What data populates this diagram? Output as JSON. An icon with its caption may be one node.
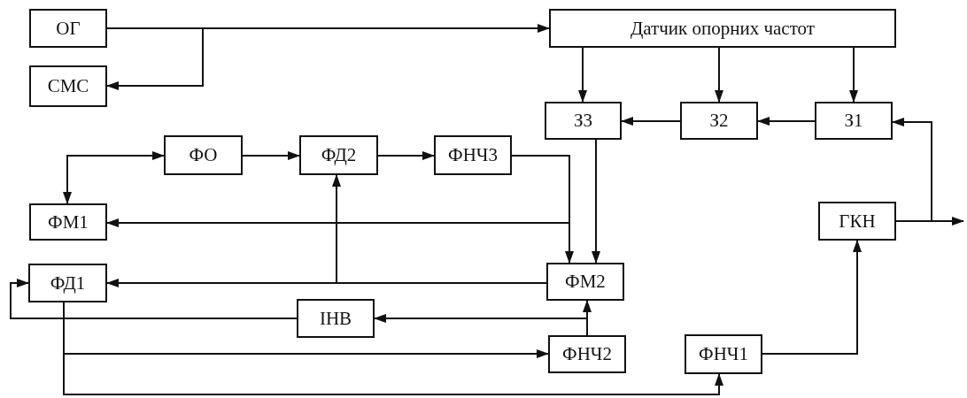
{
  "diagram": {
    "nodes": [
      {
        "text": [
          "ОГ"
        ]
      },
      {
        "text": [
          "СМС"
        ]
      },
      {
        "text": [
          "Датчик опорних частот"
        ]
      },
      {
        "text": [
          "З3"
        ]
      },
      {
        "text": [
          "З2"
        ]
      },
      {
        "text": [
          "З1"
        ]
      },
      {
        "text": [
          "ФО"
        ]
      },
      {
        "text": [
          "ФД2"
        ]
      },
      {
        "text": [
          "ФНЧ3"
        ]
      },
      {
        "text": [
          "ФМ1"
        ]
      },
      {
        "text": [
          "ГКН"
        ]
      },
      {
        "text": [
          "ФД1"
        ]
      },
      {
        "text": [
          "ФМ2"
        ]
      },
      {
        "text": [
          "ІНВ"
        ]
      },
      {
        "text": [
          "ФНЧ2"
        ]
      },
      {
        "text": [
          "ФНЧ1"
        ]
      }
    ],
    "edges": [
      {
        "from": 0,
        "to": 2,
        "arrow": "to"
      },
      {
        "from": 0,
        "to": 1,
        "arrow": "to"
      },
      {
        "from": 2,
        "to": 3,
        "arrow": "to"
      },
      {
        "from": 2,
        "to": 4,
        "arrow": "to"
      },
      {
        "from": 2,
        "to": 5,
        "arrow": "to"
      },
      {
        "from": 4,
        "to": 3,
        "arrow": "to"
      },
      {
        "from": 5,
        "to": 4,
        "arrow": "to"
      },
      {
        "from": 10,
        "to": 5,
        "arrow": "to"
      },
      {
        "from": 10,
        "to": null,
        "arrow": "to"
      },
      {
        "from": 9,
        "to": 6,
        "arrow": "both"
      },
      {
        "from": 6,
        "to": 7,
        "arrow": "to"
      },
      {
        "from": 7,
        "to": 8,
        "arrow": "to"
      },
      {
        "from": 8,
        "to": 12,
        "arrow": "to"
      },
      {
        "from": 3,
        "to": 12,
        "arrow": "to"
      },
      {
        "from": 8,
        "to": 9,
        "arrow": "to"
      },
      {
        "from": 12,
        "to": 11,
        "arrow": "to"
      },
      {
        "from": 12,
        "to": 7,
        "arrow": "to"
      },
      {
        "from": 14,
        "to": 12,
        "arrow": "to"
      },
      {
        "from": 14,
        "to": 13,
        "arrow": "to"
      },
      {
        "from": 13,
        "to": 11,
        "arrow": "to"
      },
      {
        "from": 11,
        "to": 14,
        "arrow": "to"
      },
      {
        "from": 11,
        "to": 15,
        "arrow": "to"
      },
      {
        "from": 15,
        "to": 10,
        "arrow": "to"
      }
    ]
  }
}
